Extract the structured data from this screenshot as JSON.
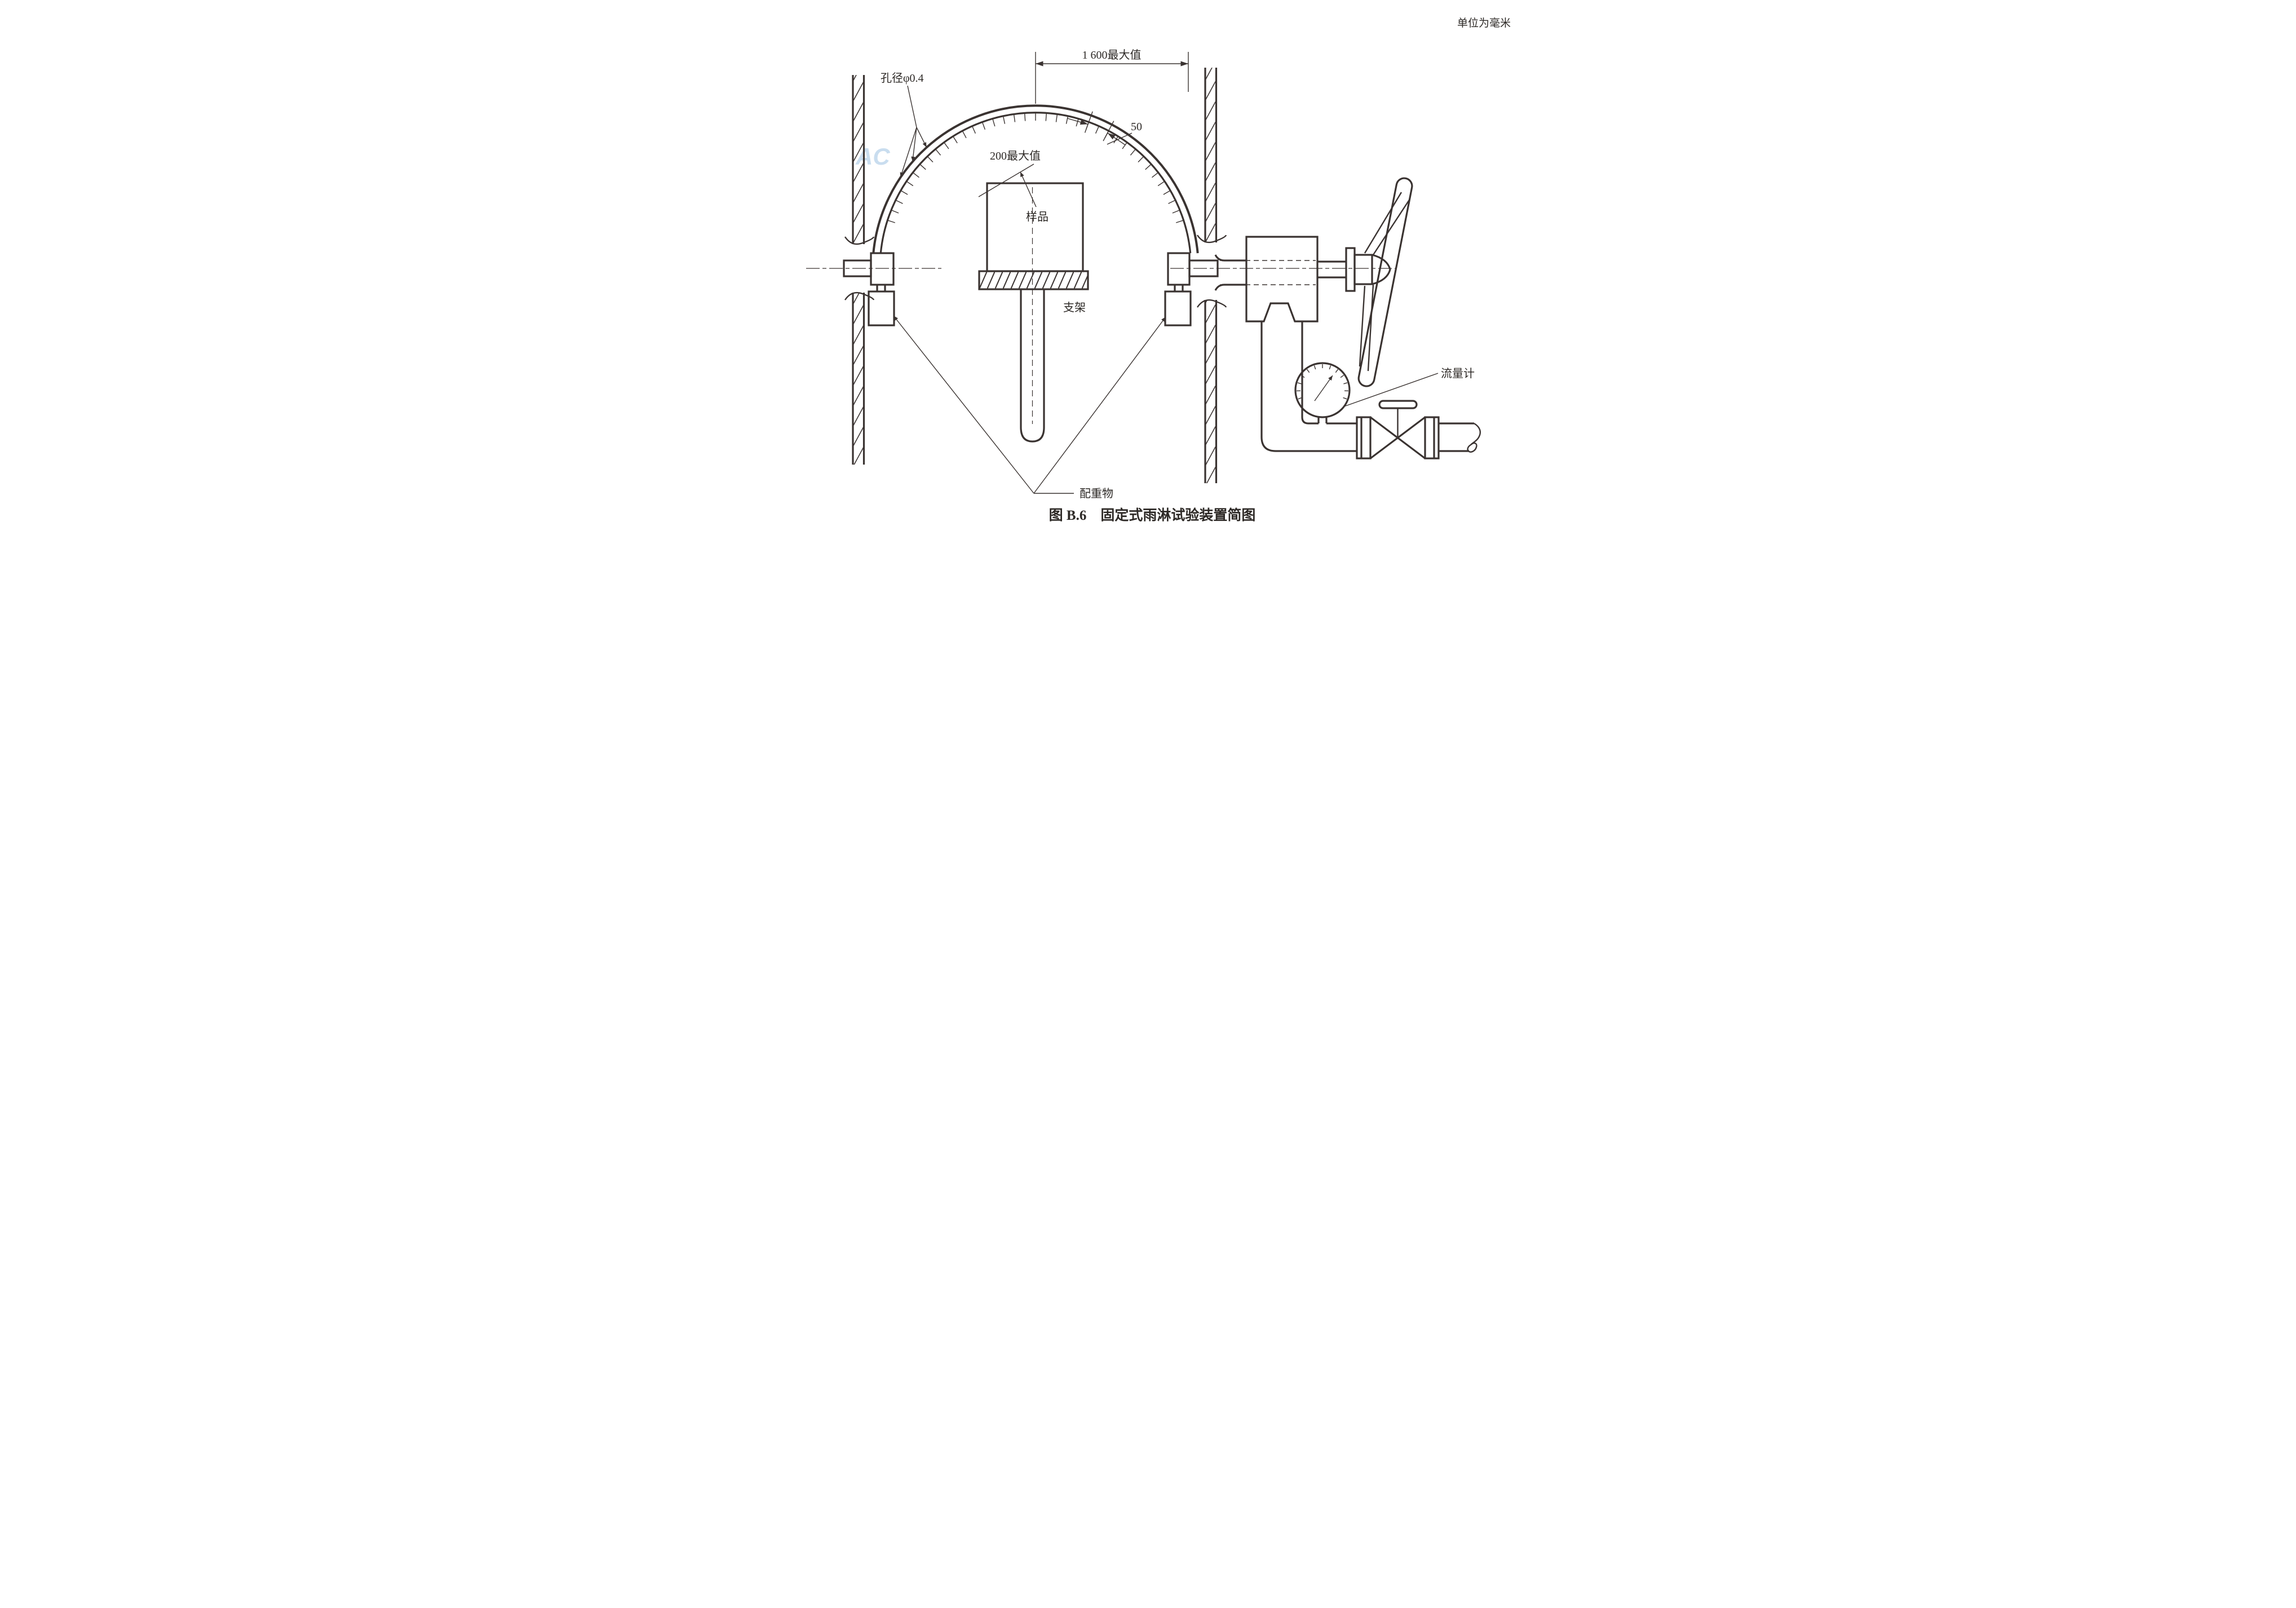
{
  "header": {
    "unit_note": "单位为毫米"
  },
  "caption": {
    "text": "图 B.6　固定式雨淋试验装置简图"
  },
  "labels": {
    "hole_dia": "孔径φ0.4",
    "dim_1600": "1 600最大值",
    "dim_50": "50",
    "dim_200": "200最大值",
    "sample": "样品",
    "support": "支架",
    "counterweight": "配重物",
    "flow_meter": "流量计"
  },
  "watermark": {
    "text": "AC"
  },
  "colors": {
    "line": "#3a3331",
    "watermark": "#9dc2e2"
  },
  "figure": {
    "type": "technical-drawing",
    "description_elements": [
      "semicircular spray tube with nozzle holes",
      "sample on support",
      "counterweights",
      "hand wheel",
      "flow meter gauge",
      "valve",
      "water supply pipe"
    ]
  }
}
